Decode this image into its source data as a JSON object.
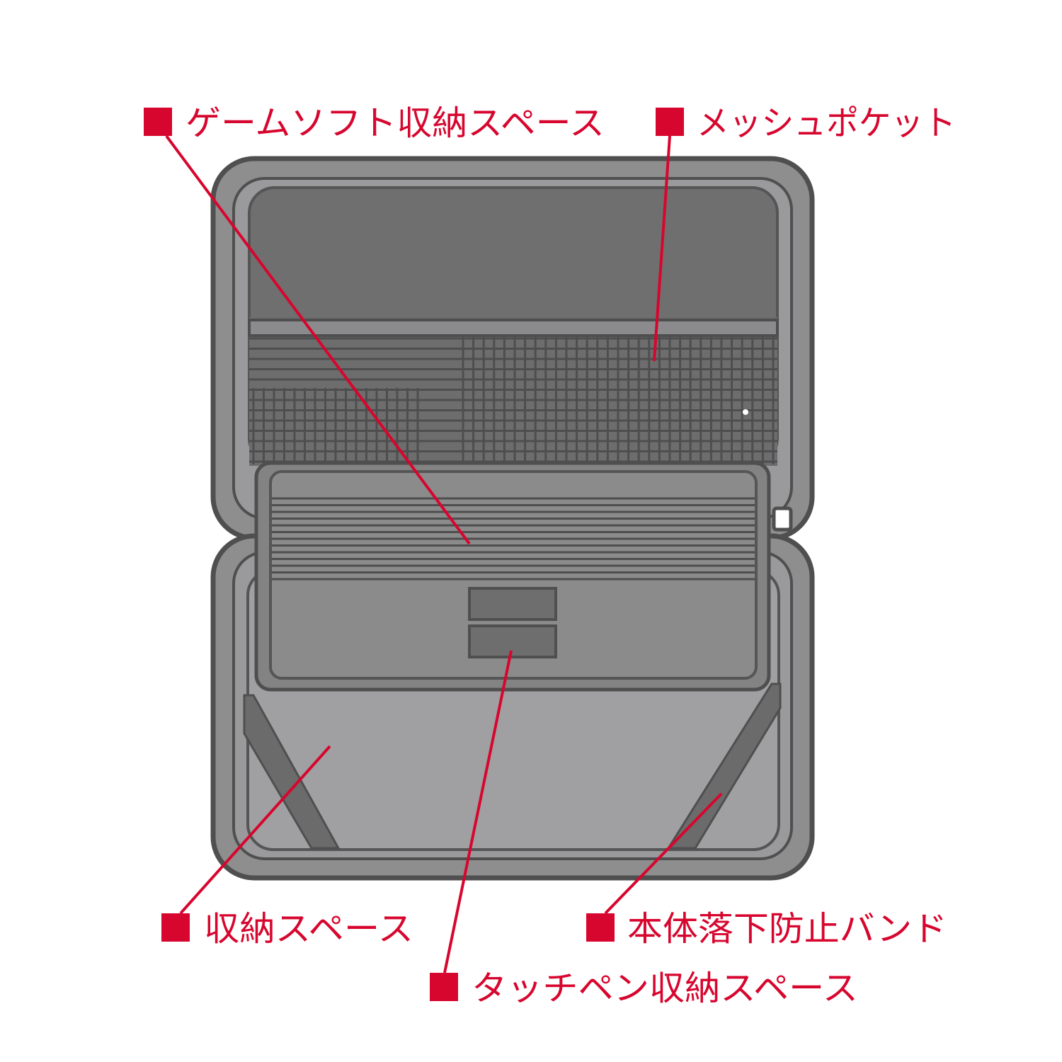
{
  "colors": {
    "accent": "#d7062e",
    "shell_outline": "#4f4f4f",
    "shell_fill": "#8e8e8f",
    "lid_inner": "#6f6f6f",
    "lower_inner": "#a0a0a2",
    "mesh_line": "#4e4e4e",
    "background": "#ffffff"
  },
  "callouts": {
    "game_soft": {
      "label": "ゲームソフト収納スペース"
    },
    "mesh_pocket": {
      "label": "メッシュポケット"
    },
    "storage": {
      "label": "収納スペース"
    },
    "touch_pen": {
      "label": "タッチペン収納スペース"
    },
    "drop_band": {
      "label": "本体落下防止バンド"
    }
  }
}
